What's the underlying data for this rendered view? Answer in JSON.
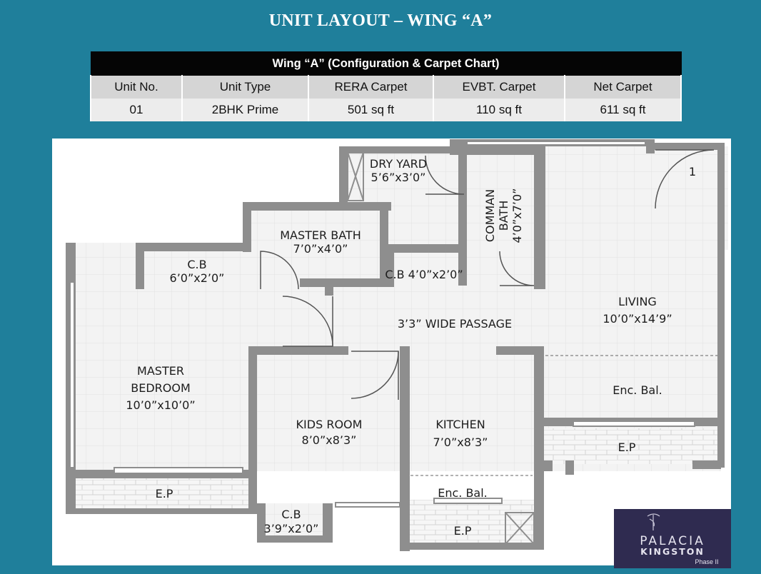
{
  "title": "UNIT LAYOUT – WING “A”",
  "table": {
    "caption": "Wing “A” (Configuration & Carpet Chart)",
    "headers": [
      "Unit No.",
      "Unit Type",
      "RERA Carpet",
      "EVBT. Carpet",
      "Net Carpet"
    ],
    "rows": [
      [
        "01",
        "2BHK Prime",
        "501 sq ft",
        "110 sq ft",
        "611 sq ft"
      ]
    ]
  },
  "plan": {
    "rooms": {
      "dry_yard": {
        "name": "DRY YARD",
        "size": "5’6”x3’0”"
      },
      "comman_bath": {
        "name": "COMMAN",
        "name2": "BATH",
        "size": "4’0”x7’0”"
      },
      "master_bath": {
        "name": "MASTER BATH",
        "size": "7’0”x4’0”"
      },
      "cb_left": {
        "name": "C.B",
        "size": "6’0”x2’0”"
      },
      "cb_mid": {
        "name": "C.B 4’0”x2’0”"
      },
      "passage": {
        "name": "3’3” WIDE PASSAGE"
      },
      "living": {
        "name": "LIVING",
        "size": "10’0”x14’9”"
      },
      "enc_bal_living": {
        "name": "Enc. Bal."
      },
      "master_bedroom": {
        "name": "MASTER",
        "name2": "BEDROOM",
        "size": "10’0”x10’0”"
      },
      "kids_room": {
        "name": "KIDS ROOM",
        "size": "8’0”x8’3”"
      },
      "kitchen": {
        "name": "KITCHEN",
        "size": "7’0”x8’3”"
      },
      "enc_bal_kitchen": {
        "name": "Enc. Bal."
      },
      "ep_left": {
        "name": "E.P"
      },
      "ep_right": {
        "name": "E.P"
      },
      "ep_bottom": {
        "name": "E.P"
      },
      "cb_bottom": {
        "name": "C.B",
        "size": "3’9”x2’0”"
      }
    },
    "entry_label": "1"
  },
  "logo": {
    "line1": "PALACIA",
    "line2": "KINGSTON",
    "line3": "Phase II"
  },
  "colors": {
    "background": "#1f7f9b",
    "wall": "#8e8e8e",
    "logo_bg": "#2f2b50"
  }
}
